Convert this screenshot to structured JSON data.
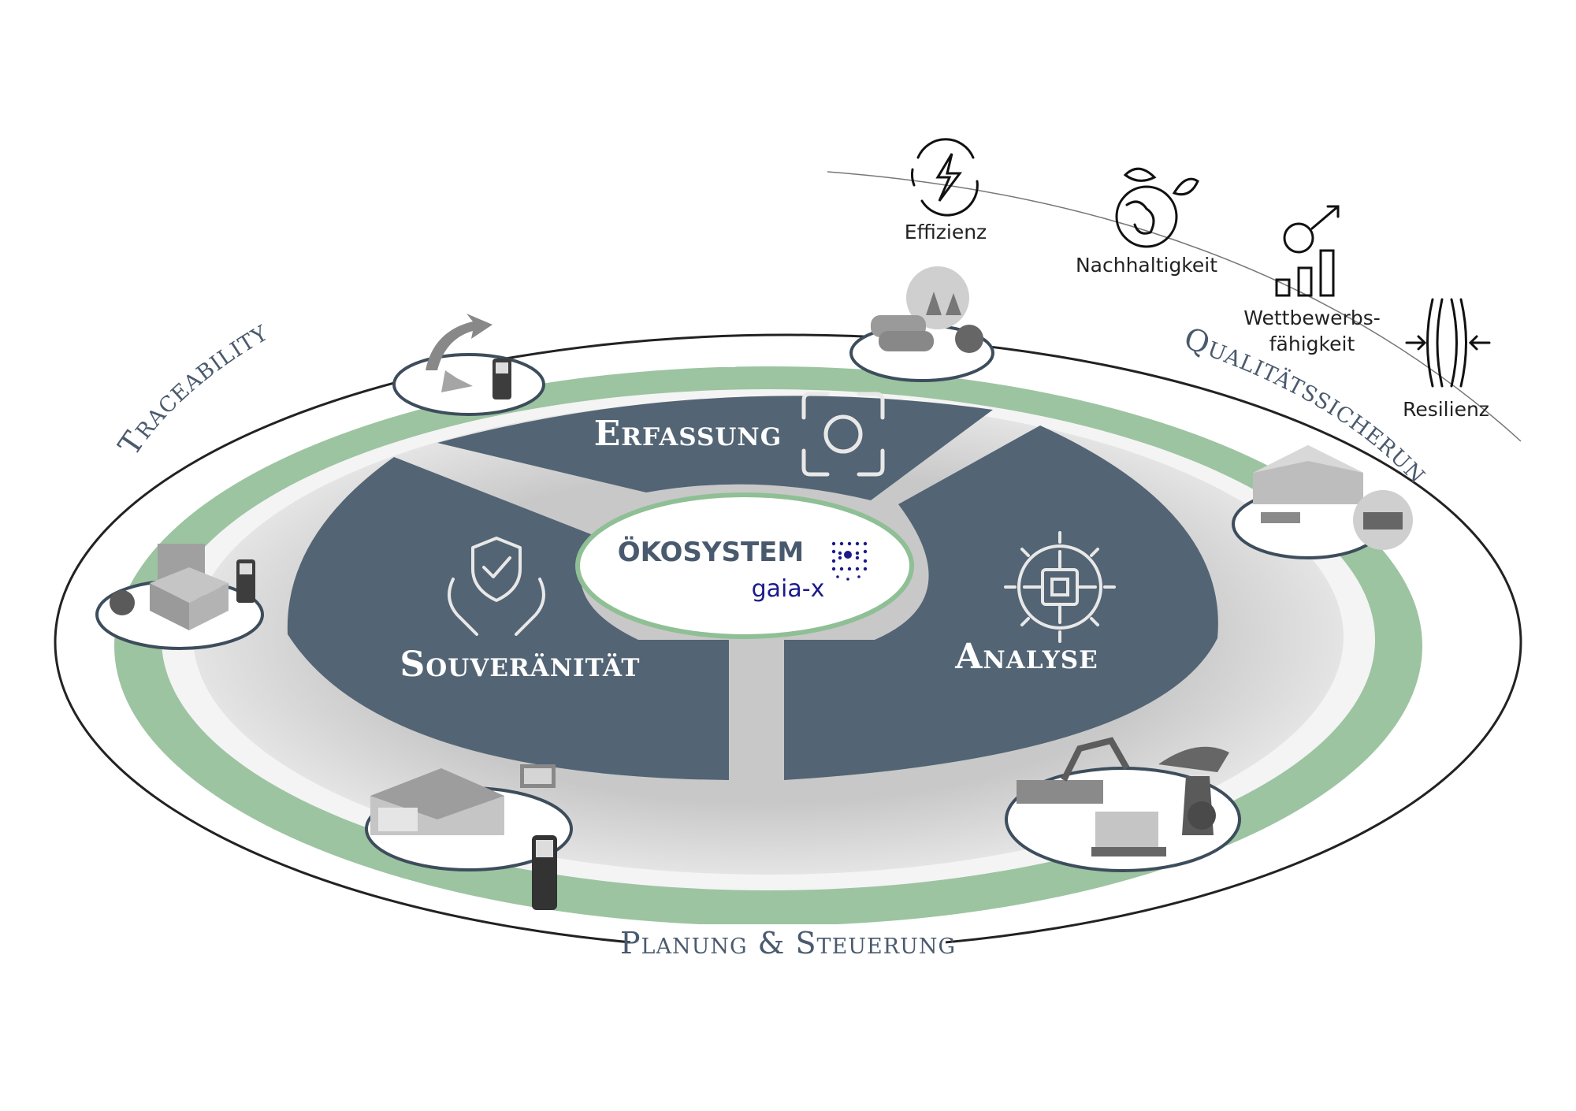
{
  "benefits": {
    "effizienz": "Effizienz",
    "nachhaltigkeit": "Nachhaltigkeit",
    "wettbewerb_line1": "Wettbewerbs-",
    "wettbewerb_line2": "fähigkeit",
    "resilienz": "Resilienz"
  },
  "ring": {
    "traceability": "Traceability",
    "qualitaet": "Qualitätssicherung",
    "planung": "Planung & Steuerung"
  },
  "segments": {
    "erfassung": "Erfassung",
    "souveraenitaet": "Souveränität",
    "analyse": "Analyse"
  },
  "center": {
    "title": "ÖKOSYSTEM",
    "brand": "gaia-x"
  },
  "colors": {
    "segment": "#536474",
    "ring_green": "#9cc4a1",
    "ring_grey": "#d9d9d9",
    "center_border": "#8fbf94",
    "text_dark": "#4a5a6e",
    "gaia_brand": "#1a1a8c"
  }
}
